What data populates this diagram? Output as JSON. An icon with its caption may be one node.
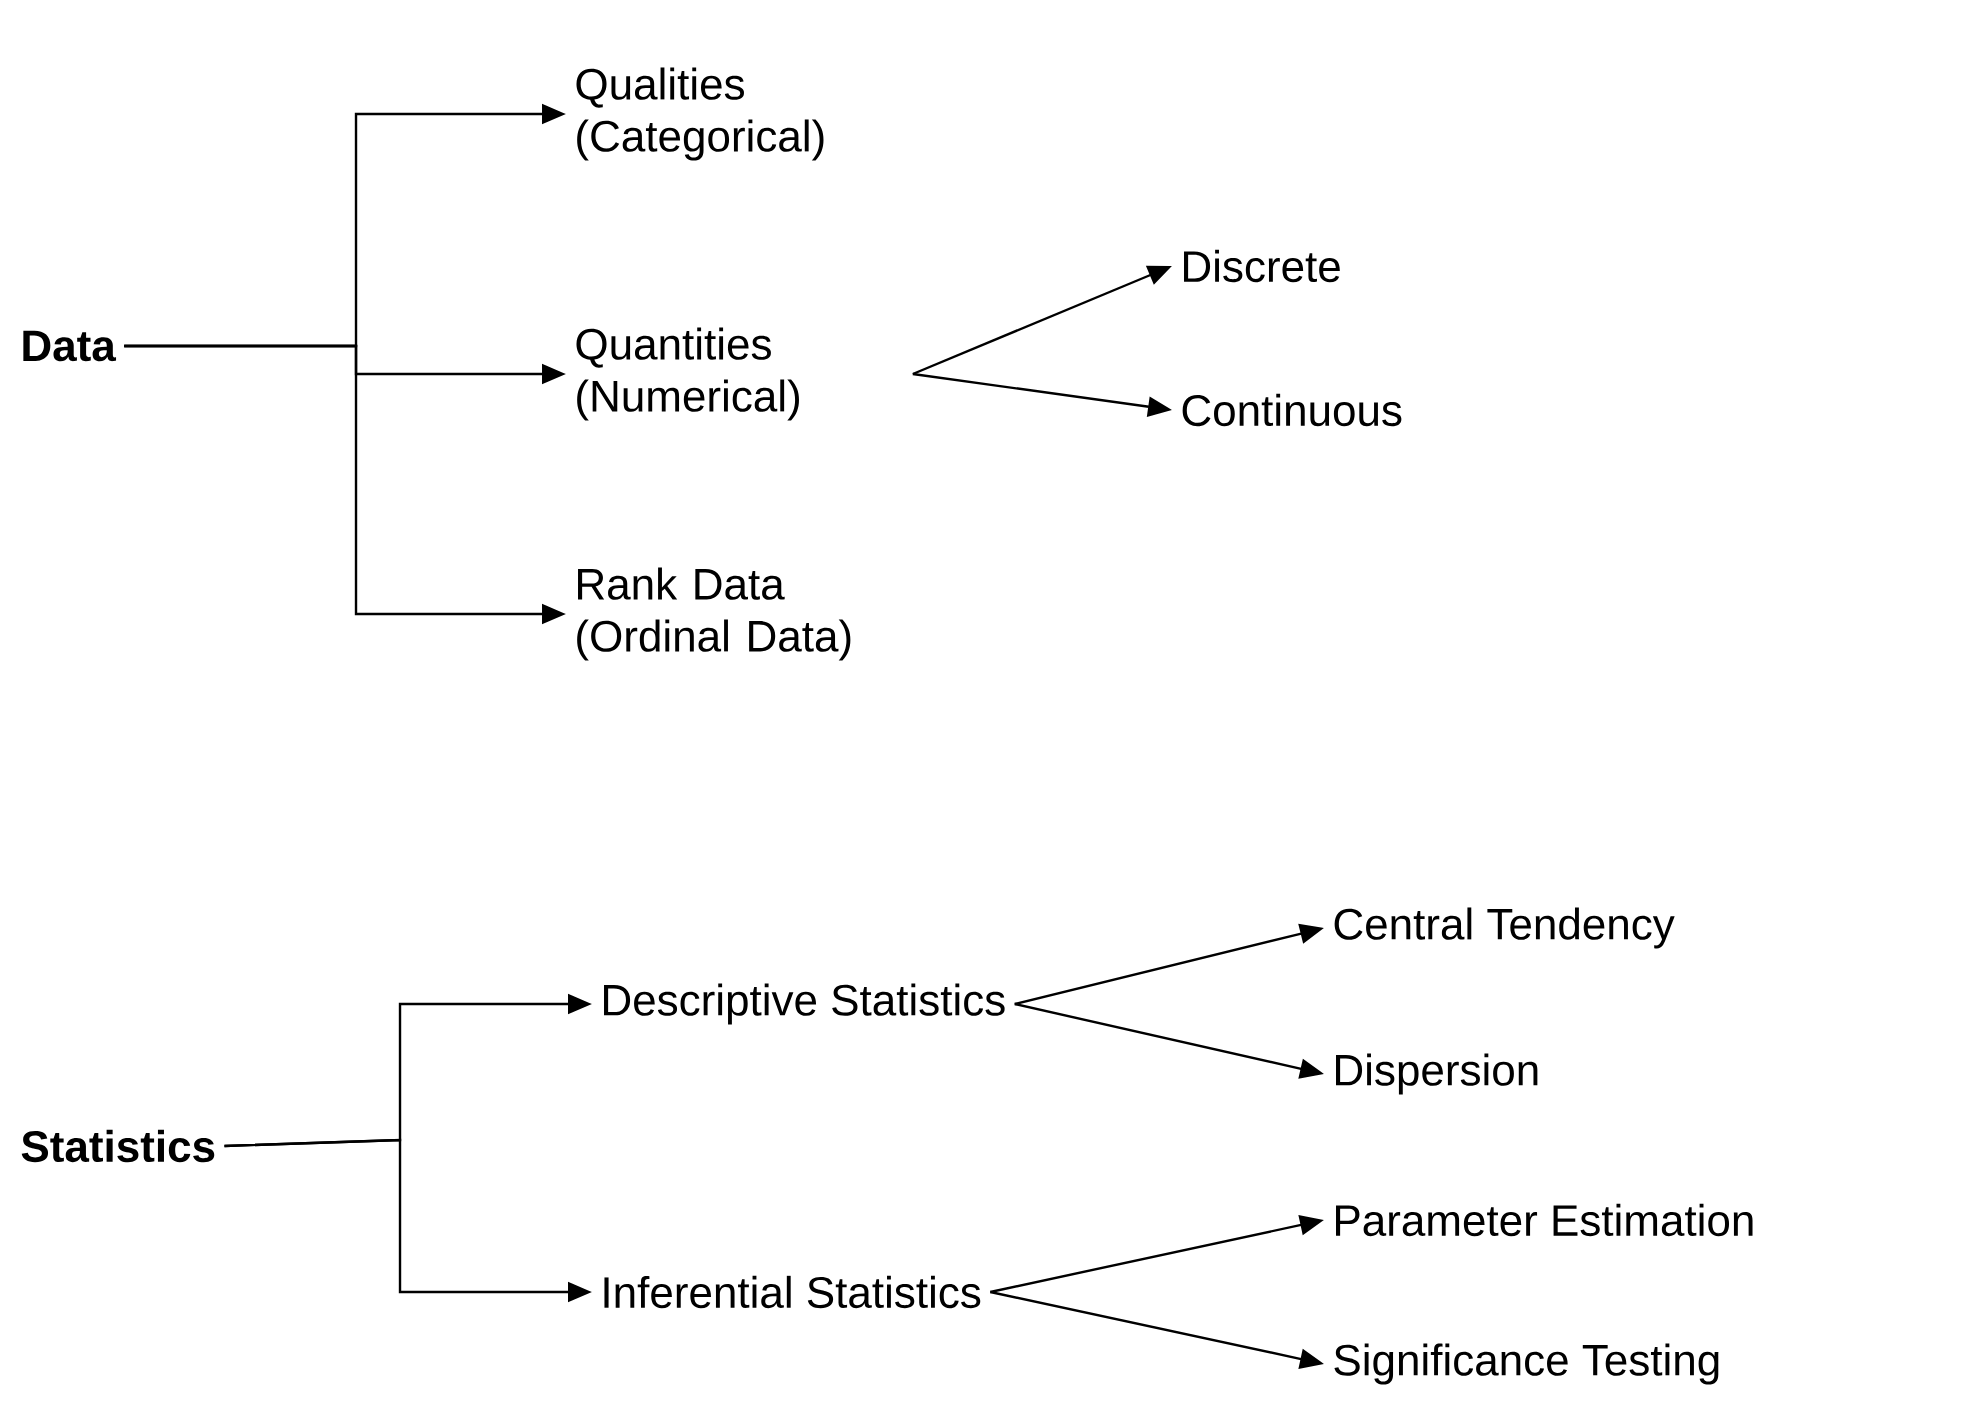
{
  "diagram": {
    "nodes": [
      {
        "text": [
          "Data"
        ]
      },
      {
        "text": [
          "Qualities (Categorical)"
        ]
      },
      {
        "text": [
          "Quantities (Numerical)"
        ]
      },
      {
        "text": [
          "Discrete"
        ]
      },
      {
        "text": [
          "Continuous"
        ]
      },
      {
        "text": [
          "Rank Data (Ordinal Data)"
        ]
      },
      {
        "text": [
          "Statistics"
        ]
      },
      {
        "text": [
          "Descriptive Statistics"
        ]
      },
      {
        "text": [
          "Central Tendency"
        ]
      },
      {
        "text": [
          "Dispersion"
        ]
      },
      {
        "text": [
          "Inferential Statistics"
        ]
      },
      {
        "text": [
          "Parameter Estimation"
        ]
      },
      {
        "text": [
          "Significance Testing"
        ]
      }
    ],
    "edges": [
      {
        "from": 0,
        "to": 1,
        "arrow": "to"
      },
      {
        "from": 0,
        "to": 2,
        "arrow": "to"
      },
      {
        "from": 0,
        "to": 5,
        "arrow": "to"
      },
      {
        "from": 2,
        "to": 3,
        "arrow": "to"
      },
      {
        "from": 2,
        "to": 4,
        "arrow": "to"
      },
      {
        "from": 6,
        "to": 7,
        "arrow": "to"
      },
      {
        "from": 6,
        "to": 10,
        "arrow": "to"
      },
      {
        "from": 7,
        "to": 8,
        "arrow": "to"
      },
      {
        "from": 7,
        "to": 9,
        "arrow": "to"
      },
      {
        "from": 10,
        "to": 11,
        "arrow": "to"
      },
      {
        "from": 10,
        "to": 12,
        "arrow": "to"
      }
    ]
  }
}
